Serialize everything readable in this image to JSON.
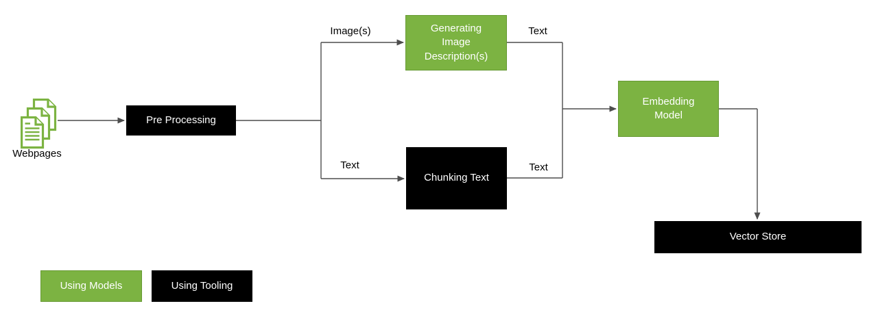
{
  "source": {
    "icon": "webpages-documents-icon",
    "label": "Webpages"
  },
  "nodes": {
    "pre_processing": {
      "label": "Pre Processing",
      "category": "tooling"
    },
    "generating_image_descriptions": {
      "label": "Generating\nImage\nDescription(s)",
      "category": "model"
    },
    "chunking_text": {
      "label": "Chunking Text",
      "category": "tooling"
    },
    "embedding_model": {
      "label": "Embedding\nModel",
      "category": "model"
    },
    "vector_store": {
      "label": "Vector Store",
      "category": "tooling"
    }
  },
  "edges": [
    {
      "from": "webpages",
      "to": "pre_processing",
      "label": ""
    },
    {
      "from": "pre_processing",
      "to": "generating_image_descriptions",
      "label": "Image(s)"
    },
    {
      "from": "pre_processing",
      "to": "chunking_text",
      "label": "Text"
    },
    {
      "from": "generating_image_descriptions",
      "to": "embedding_model",
      "label": "Text"
    },
    {
      "from": "chunking_text",
      "to": "embedding_model",
      "label": "Text"
    },
    {
      "from": "embedding_model",
      "to": "vector_store",
      "label": ""
    }
  ],
  "edge_labels": {
    "images": "Image(s)",
    "text_to_chunking": "Text",
    "text_from_descriptions": "Text",
    "text_from_chunking": "Text"
  },
  "legend": {
    "models_label": "Using Models",
    "tooling_label": "Using Tooling"
  },
  "colors": {
    "model_green": "#7CB342",
    "model_green_border": "#669933",
    "tooling_black": "#000000",
    "connector_gray": "#4D4D4D",
    "text_on_box": "#FFFFFF",
    "label_text": "#000000"
  }
}
